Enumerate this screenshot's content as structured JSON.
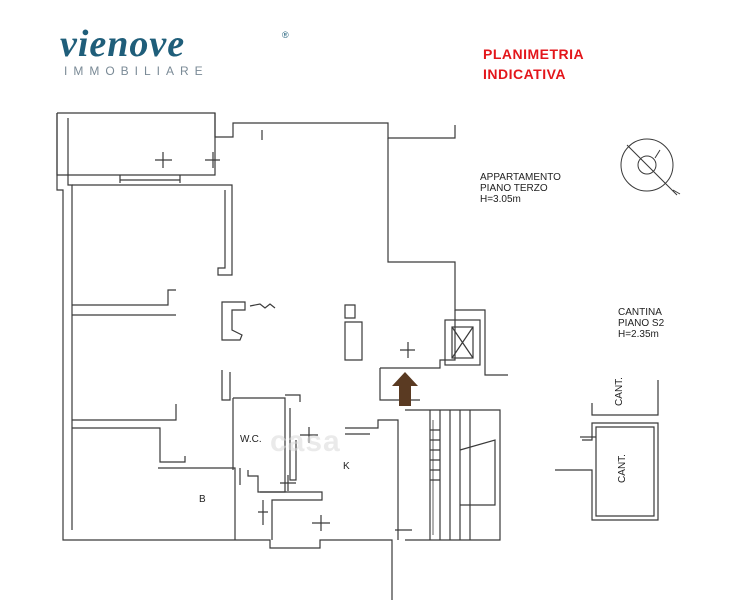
{
  "header": {
    "logo_word": "vienove",
    "logo_registered": "®",
    "logo_subtitle": "IMMOBILIARE",
    "note_line1": "PLANIMETRIA",
    "note_line2": "INDICATIVA"
  },
  "apartment": {
    "line1": "APPARTAMENTO",
    "line2": "PIANO TERZO",
    "line3": "H=3.05m"
  },
  "cellar": {
    "line1": "CANTINA",
    "line2": "PIANO S2",
    "line3": "H=2.35m"
  },
  "rooms": {
    "wc": "W.C.",
    "kitchen": "K",
    "bathroom": "B",
    "cant_upper": "CANT.",
    "cant_lower": "CANT."
  },
  "watermark": "casa",
  "colors": {
    "brand": "#1f5e7a",
    "note": "#e3161b",
    "arrow": "#5a3a22",
    "walls": "#3a3a3a"
  },
  "icons": {
    "compass": "north-compass-icon",
    "entrance": "entrance-arrow-icon",
    "elevator": "elevator-icon"
  }
}
